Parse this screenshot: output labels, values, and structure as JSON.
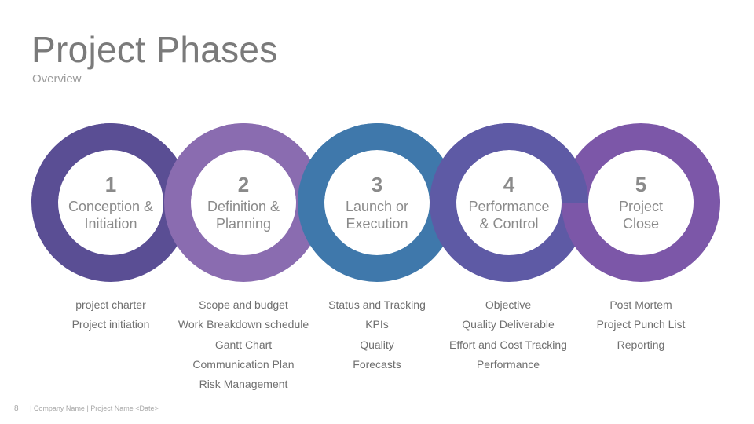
{
  "title": "Project Phases",
  "subtitle": "Overview",
  "phases": [
    {
      "number": "1",
      "name_line1": "Conception &",
      "name_line2": "Initiation",
      "color": "#5a4e94",
      "items": [
        "project charter",
        "Project initiation"
      ]
    },
    {
      "number": "2",
      "name_line1": "Definition &",
      "name_line2": "Planning",
      "color": "#8a6cb0",
      "items": [
        "Scope and budget",
        "Work Breakdown schedule",
        "Gantt Chart",
        "Communication Plan",
        "Risk Management"
      ]
    },
    {
      "number": "3",
      "name_line1": "Launch or",
      "name_line2": "Execution",
      "color": "#3f78ab",
      "items": [
        "Status and Tracking",
        "KPIs",
        "Quality",
        "Forecasts"
      ]
    },
    {
      "number": "4",
      "name_line1": "Performance",
      "name_line2": "& Control",
      "color": "#5e5aa5",
      "items": [
        "Objective",
        "Quality Deliverable",
        "Effort and Cost Tracking",
        "Performance"
      ]
    },
    {
      "number": "5",
      "name_line1": "Project",
      "name_line2": "Close",
      "color": "#7c57a8",
      "items": [
        "Post Mortem",
        "Project Punch List",
        "Reporting"
      ]
    }
  ],
  "footer": {
    "page_number": "8",
    "text": "| Company Name | Project Name <Date>"
  }
}
